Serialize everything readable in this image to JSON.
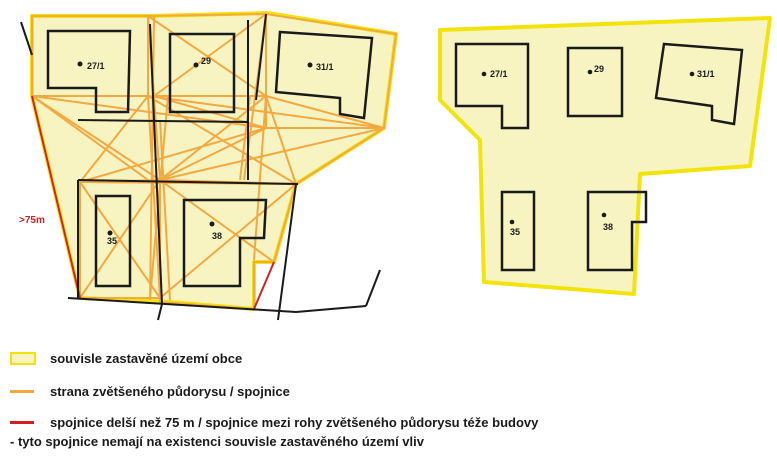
{
  "colors": {
    "area_fill": "#f7f4c2",
    "area_border": "#f2e40a",
    "connector": "#f4a940",
    "long_connector": "#d42020",
    "building": "#1a1a1a"
  },
  "diagram": {
    "buildings": [
      "27/1",
      "29",
      "31/1",
      "35",
      "38"
    ],
    "distance_label": ">75m"
  },
  "legend": {
    "area": "souvisle zastavěné území obce",
    "connector": "strana zvětšeného půdorysu / spojnice",
    "long_connector": "spojnice delší než 75 m / spojnice mezi rohy zvětšeného půdorysu téže budovy",
    "note": "- tyto spojnice nemají na existenci souvisle zastavěného území vliv"
  }
}
